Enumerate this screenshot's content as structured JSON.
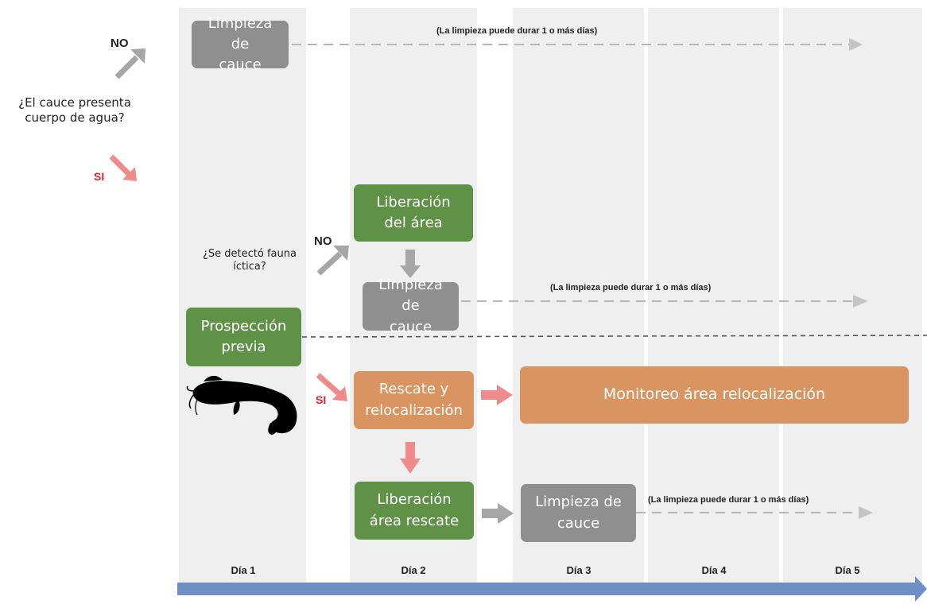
{
  "question_water": "¿El cauce presenta cuerpo de agua?",
  "question_fauna": "¿Se detectó fauna íctica?",
  "answer_no": "NO",
  "answer_si": "SI",
  "boxes": {
    "limpieza_top": "Limpieza de cauce",
    "liberacion_area": "Liberación del área",
    "limpieza_mid": "Limpieza de cauce",
    "prospeccion": "Prospección previa",
    "rescate": "Rescate y relocalización",
    "monitoreo": "Monitoreo área relocalización",
    "liberacion_rescate": "Liberación área rescate",
    "limpieza_bottom": "Limpieza de cauce"
  },
  "note": "(La limpieza puede durar 1 o más días)",
  "days": [
    "Día 1",
    "Día 2",
    "Día 3",
    "Día 4",
    "Día 5"
  ],
  "icons": [
    "catfish-silhouette-icon",
    "arrow-icon",
    "timeline-arrow-icon"
  ],
  "colors": {
    "green": "#5f9147",
    "gray": "#8f8f8f",
    "orange": "#d99461",
    "pink_arrow": "#f08b8b",
    "gray_arrow": "#a6a6a6",
    "timeline": "#6f8ec6",
    "red_text": "#e0232a"
  }
}
